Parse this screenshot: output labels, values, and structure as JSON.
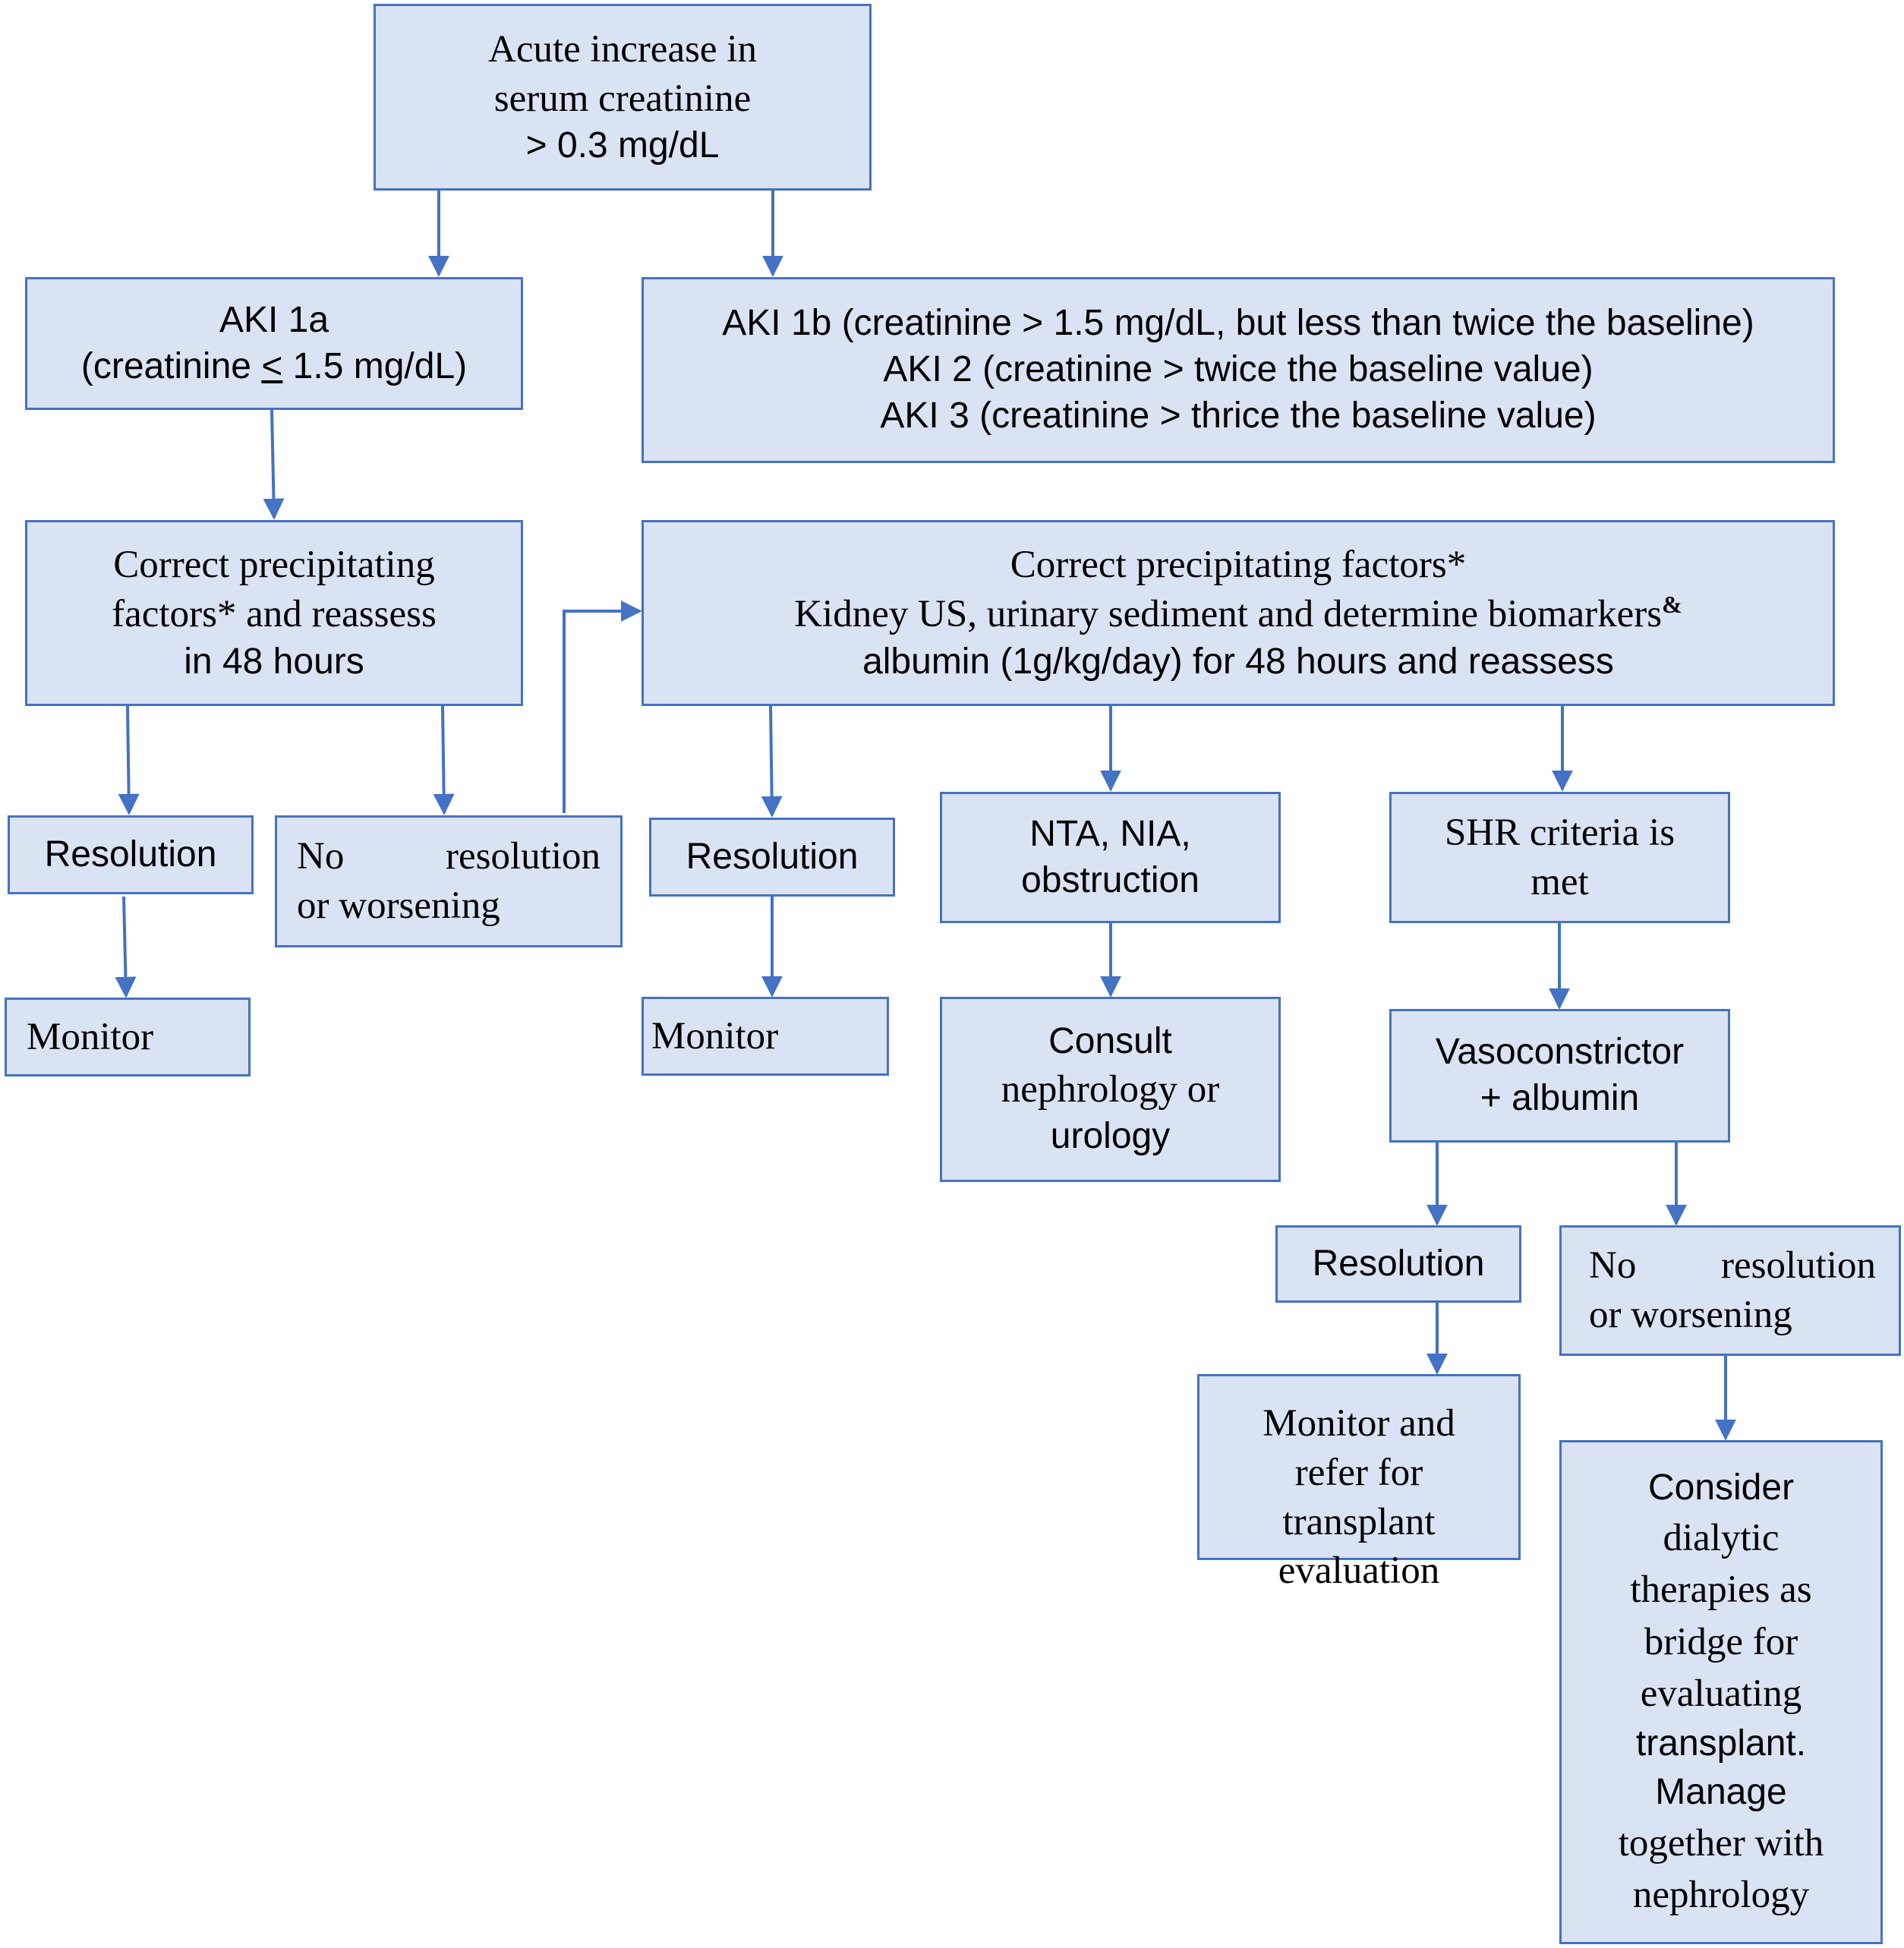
{
  "nodes": {
    "start": {
      "lines": [
        "Acute increase in",
        "serum creatinine",
        "> 0.3 mg/dL"
      ]
    },
    "aki1a": {
      "line1": "AKI 1a",
      "line2_prefix": "(creatinine ",
      "line2_leq": "<",
      "line2_suffix": " 1.5 mg/dL)"
    },
    "aki_higher": {
      "lines": [
        "AKI 1b (creatinine > 1.5 mg/dL, but less than twice the baseline)",
        "AKI 2 (creatinine > twice the baseline value)",
        "AKI 3 (creatinine > thrice the baseline value)"
      ]
    },
    "correct_left": {
      "lines": [
        "Correct precipitating",
        "factors* and reassess",
        "in 48 hours"
      ]
    },
    "correct_right": {
      "line1": "Correct precipitating factors*",
      "line2": "Kidney US, urinary sediment and determine biomarkers",
      "line2_sup": "&",
      "line3": "albumin (1g/kg/day) for 48 hours and reassess"
    },
    "resolution_left": {
      "label": "Resolution"
    },
    "no_resolution_left": {
      "word1": "No",
      "word2": "resolution",
      "line2": "or worsening"
    },
    "monitor_left": {
      "label": "Monitor"
    },
    "resolution_mid": {
      "label": "Resolution"
    },
    "monitor_mid": {
      "label": "Monitor"
    },
    "nta": {
      "lines": [
        "NTA, NIA,",
        "obstruction"
      ]
    },
    "consult": {
      "lines": [
        "Consult",
        "nephrology or",
        "urology"
      ]
    },
    "shr": {
      "lines": [
        "SHR criteria is",
        "met"
      ]
    },
    "vaso": {
      "lines": [
        "Vasoconstrictor",
        "+ albumin"
      ]
    },
    "resolution_right": {
      "label": "Resolution"
    },
    "no_resolution_right": {
      "word1": "No",
      "word2": "resolution",
      "line2": "or worsening"
    },
    "monitor_refer": {
      "lines": [
        "Monitor and",
        "refer for",
        "transplant",
        "evaluation"
      ]
    },
    "dialysis": {
      "lines": [
        "Consider",
        "dialytic",
        "therapies as",
        "bridge  for",
        "evaluating",
        "transplant.",
        "Manage",
        "together with",
        "nephrology"
      ]
    }
  },
  "colors": {
    "box_fill": "#dae3f3",
    "box_border": "#4472c4",
    "arrow": "#4472c4"
  }
}
